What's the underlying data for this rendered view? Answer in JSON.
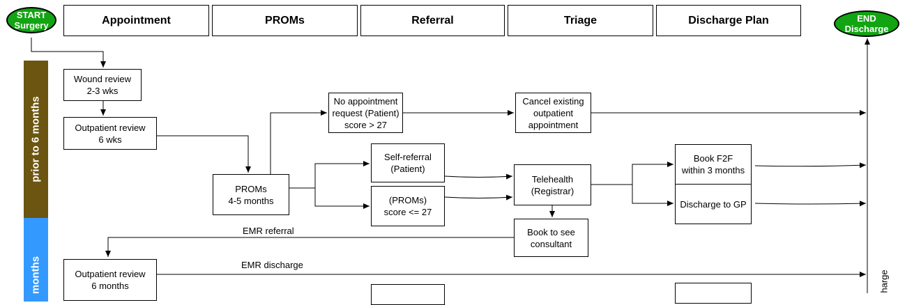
{
  "start": {
    "line1": "START",
    "line2": "Surgery"
  },
  "end": {
    "line1": "END",
    "line2": "Discharge"
  },
  "columns": [
    "Appointment",
    "PROMs",
    "Referral",
    "Triage",
    "Discharge Plan"
  ],
  "lanes": [
    {
      "label": "prior to 6 months",
      "color": "#6b5510"
    },
    {
      "label": "months",
      "color": "#3399ff"
    }
  ],
  "nodes": {
    "wound_review": "Wound review\n2-3 wks",
    "outpatient_review_6wks": "Outpatient review\n6 wks",
    "proms_4_5": "PROMs\n4-5 months",
    "no_appointment": "No appointment\nrequest (Patient)\nscore > 27",
    "cancel_existing": "Cancel existing\noutpatient\nappointment",
    "self_referral": "Self-referral\n(Patient)",
    "proms_score": "(PROMs)\nscore <= 27",
    "telehealth": "Telehealth\n(Registrar)",
    "book_consultant": "Book to see\nconsultant",
    "book_f2f": "Book F2F\nwithin 3 months",
    "discharge_gp": "Discharge to GP",
    "outpatient_review_6m": "Outpatient review\n6 months"
  },
  "edge_labels": {
    "emr_referral": "EMR referral",
    "emr_discharge": "EMR discharge",
    "partial_vertical": "harge"
  },
  "colors": {
    "terminal_green": "#12a412"
  }
}
